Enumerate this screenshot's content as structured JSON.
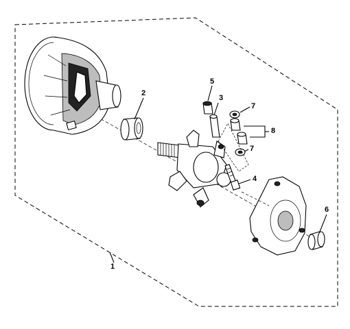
{
  "diagram": {
    "callouts": [
      {
        "id": "c1",
        "label": "1"
      },
      {
        "id": "c2",
        "label": "2"
      },
      {
        "id": "c3",
        "label": "3"
      },
      {
        "id": "c4",
        "label": "4"
      },
      {
        "id": "c5",
        "label": "5"
      },
      {
        "id": "c6",
        "label": "6"
      },
      {
        "id": "c7a",
        "label": "7"
      },
      {
        "id": "c7b",
        "label": "7"
      },
      {
        "id": "c8",
        "label": "8"
      }
    ]
  }
}
